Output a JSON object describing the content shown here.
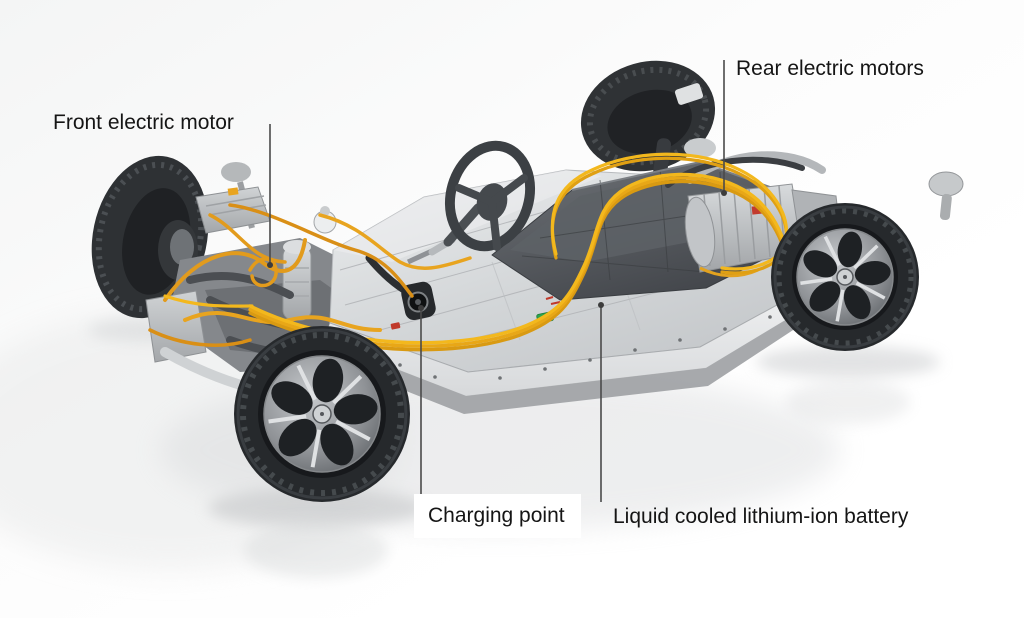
{
  "labels": {
    "front_motor": "Front electric motor",
    "rear_motors": "Rear electric motors",
    "charging_point": "Charging point",
    "battery": "Liquid cooled lithium-ion battery"
  },
  "colors": {
    "background": "#ffffff",
    "label_text": "#151515",
    "leader_line": "#4a4a4a",
    "cable_yellow": "#f2b41e",
    "cable_orange": "#e29b1c",
    "platform_gray": "#d5d7d9",
    "battery_hump_gray": "#53575b",
    "tire_black": "#26292c",
    "rim_silver": "#cfd2d5",
    "sticker_green": "#2ea44f",
    "sticker_red": "#c0392b"
  }
}
